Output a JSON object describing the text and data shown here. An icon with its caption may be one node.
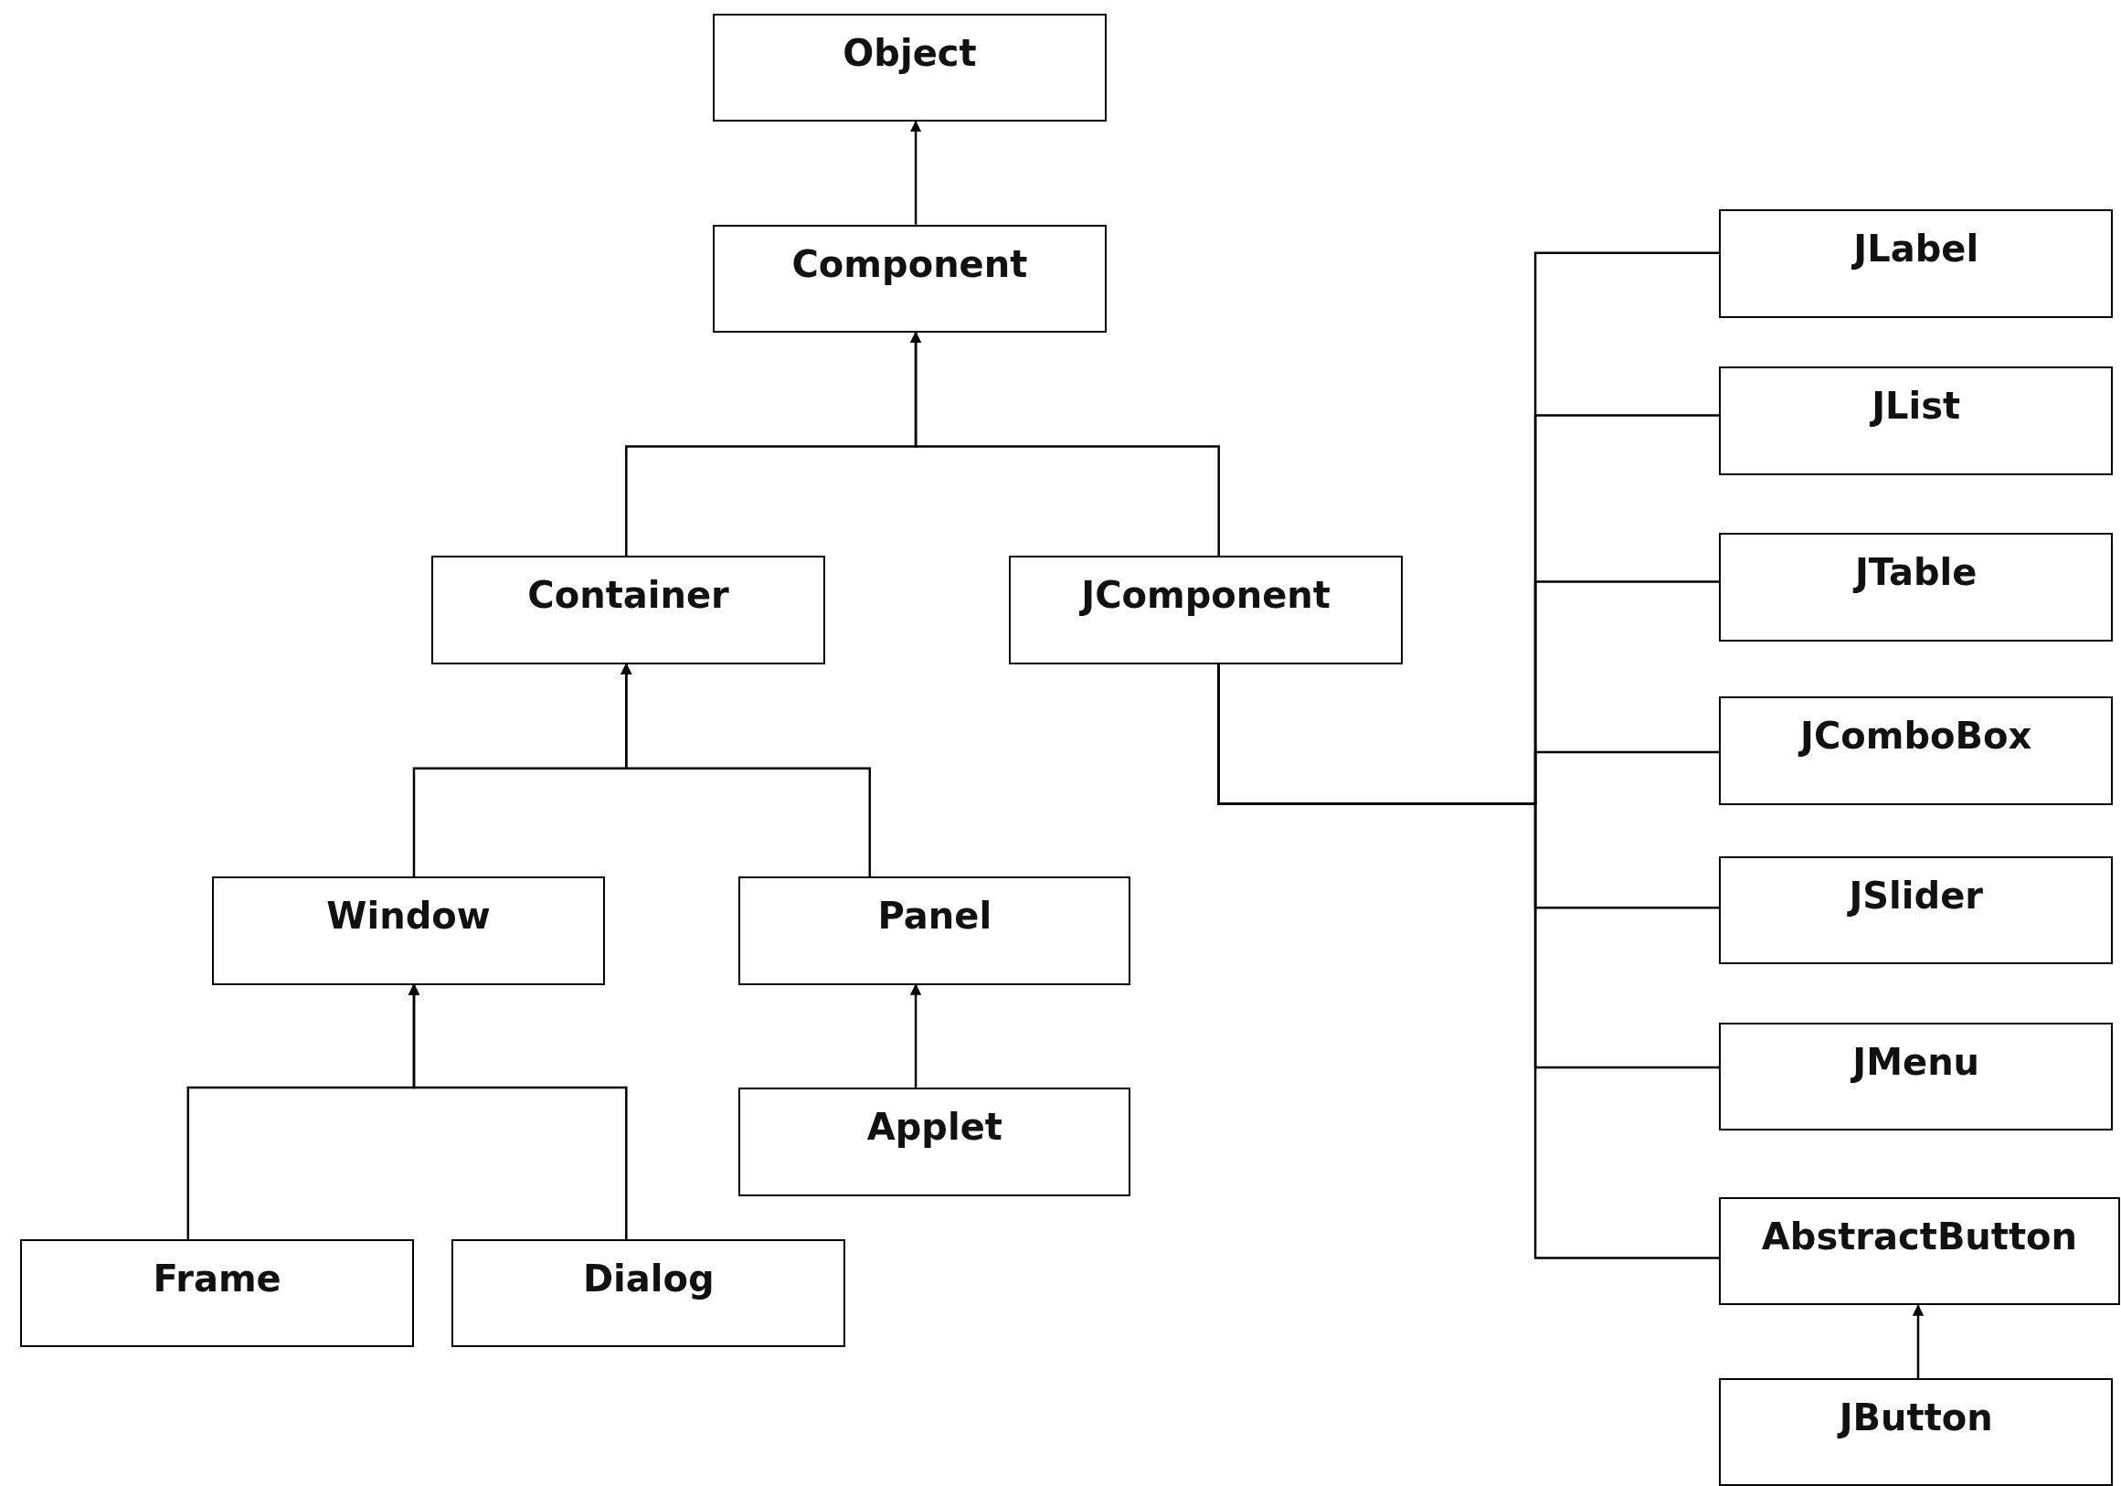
{
  "diagram": {
    "nodes": [
      {
        "text": [
          "Object"
        ]
      },
      {
        "text": [
          "Component"
        ]
      },
      {
        "text": [
          "Container"
        ]
      },
      {
        "text": [
          "JComponent"
        ]
      },
      {
        "text": [
          "Window"
        ]
      },
      {
        "text": [
          "Panel"
        ]
      },
      {
        "text": [
          "Applet"
        ]
      },
      {
        "text": [
          "Frame"
        ]
      },
      {
        "text": [
          "Dialog"
        ]
      },
      {
        "text": [
          "JLabel"
        ]
      },
      {
        "text": [
          "JList"
        ]
      },
      {
        "text": [
          "JTable"
        ]
      },
      {
        "text": [
          "JComboBox"
        ]
      },
      {
        "text": [
          "JSlider"
        ]
      },
      {
        "text": [
          "JMenu"
        ]
      },
      {
        "text": [
          "AbstractButton"
        ]
      },
      {
        "text": [
          "JButton"
        ]
      }
    ],
    "edges": [
      {
        "from": 1,
        "to": 0,
        "arrow": "to"
      },
      {
        "from": 2,
        "to": 1,
        "arrow": "to"
      },
      {
        "from": 3,
        "to": 1,
        "arrow": "to"
      },
      {
        "from": 4,
        "to": 2,
        "arrow": "to"
      },
      {
        "from": 5,
        "to": 2,
        "arrow": "to"
      },
      {
        "from": 6,
        "to": 5,
        "arrow": "to"
      },
      {
        "from": 7,
        "to": 4,
        "arrow": "to"
      },
      {
        "from": 8,
        "to": 4,
        "arrow": "to"
      },
      {
        "from": 9,
        "to": 3,
        "arrow": "none"
      },
      {
        "from": 10,
        "to": 3,
        "arrow": "none"
      },
      {
        "from": 11,
        "to": 3,
        "arrow": "none"
      },
      {
        "from": 12,
        "to": 3,
        "arrow": "none"
      },
      {
        "from": 13,
        "to": 3,
        "arrow": "none"
      },
      {
        "from": 14,
        "to": 3,
        "arrow": "none"
      },
      {
        "from": 15,
        "to": 3,
        "arrow": "none"
      },
      {
        "from": 16,
        "to": 15,
        "arrow": "to"
      }
    ]
  }
}
